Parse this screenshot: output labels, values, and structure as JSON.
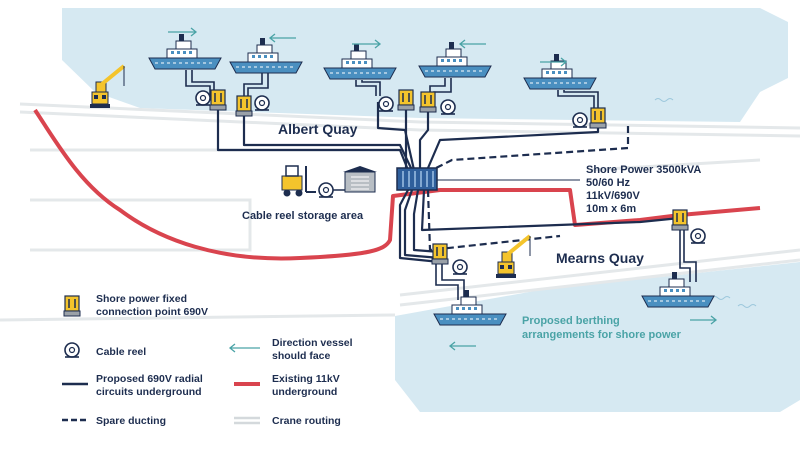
{
  "labels": {
    "albert_quay": "Albert Quay",
    "mearns_quay": "Mearns Quay",
    "cable_reel_storage": "Cable reel storage area",
    "shore_power_title": "Shore Power 3500kVA",
    "shore_power_freq": "50/60 Hz",
    "shore_power_voltage": "11kV/690V",
    "shore_power_size": "10m x 6m",
    "proposed_berthing_line1": "Proposed berthing",
    "proposed_berthing_line2": "arrangements for shore power"
  },
  "legend": {
    "fixed_point_line1": "Shore power fixed",
    "fixed_point_line2": "connection point 690V",
    "cable_reel": "Cable reel",
    "direction_line1": "Direction vessel",
    "direction_line2": "should face",
    "radial_line1": "Proposed 690V radial",
    "radial_line2": "circuits underground",
    "existing_line1": "Existing 11kV",
    "existing_line2": "underground",
    "spare_ducting": "Spare ducting",
    "crane_routing": "Crane routing"
  },
  "colors": {
    "navy": "#1d2d4f",
    "red": "#d9444e",
    "water": "#d6e9f2",
    "teal": "#4aa3a6",
    "yellow": "#f4c42c",
    "land": "#ffffff",
    "crane_rail": "#e4e8ea"
  },
  "icons": [
    "vessel-icon",
    "crane-icon",
    "connection-point-icon",
    "cable-reel-icon",
    "forklift-icon",
    "storage-shed-icon",
    "substation-icon",
    "direction-arrow-icon"
  ]
}
